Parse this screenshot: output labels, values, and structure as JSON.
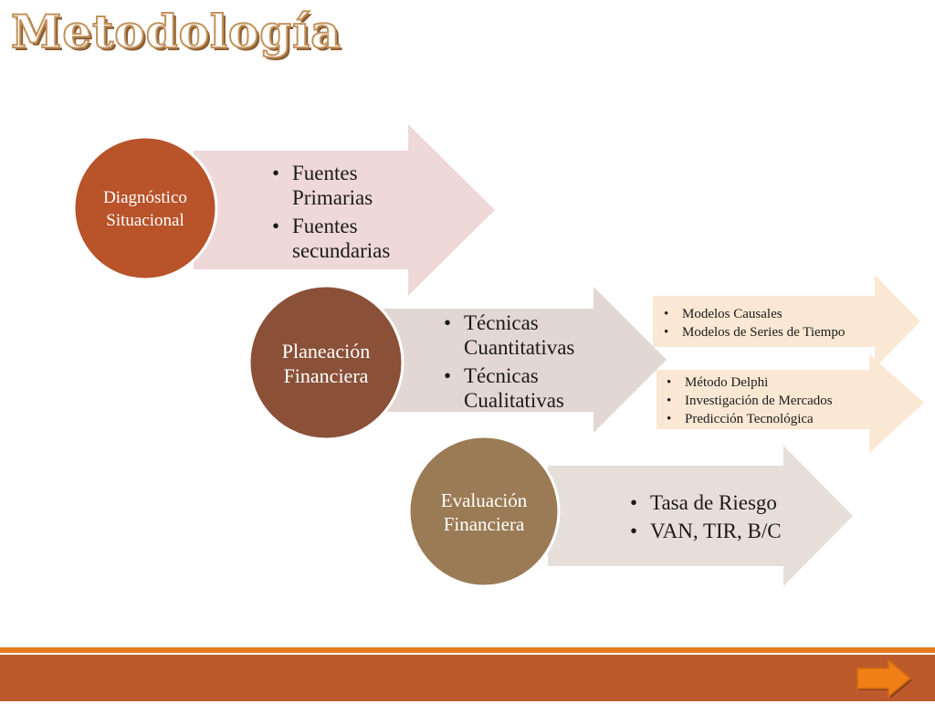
{
  "slide": {
    "title": "Metodología"
  },
  "stages": [
    {
      "label_lines": [
        "Diagnóstico",
        "Situacional"
      ],
      "bullets": [
        [
          "Fuentes",
          "Primarias"
        ],
        [
          "Fuentes",
          "secundarias"
        ]
      ]
    },
    {
      "label_lines": [
        "Planeación",
        "Financiera"
      ],
      "bullets": [
        [
          "Técnicas",
          "Cuantitativas"
        ],
        [
          "Técnicas",
          "Cualitativas"
        ]
      ]
    },
    {
      "label_lines": [
        "Evaluación",
        "Financiera"
      ],
      "bullets": [
        [
          "Tasa de Riesgo"
        ],
        [
          "VAN, TIR, B/C"
        ]
      ]
    }
  ],
  "detail_boxes": [
    {
      "items": [
        "Modelos Causales",
        "Modelos de Series de Tiempo"
      ]
    },
    {
      "items": [
        "Método Delphi",
        "Investigación de Mercados",
        "Predicción Tecnológica"
      ]
    }
  ],
  "colors": {
    "circle_1": "#b8532a",
    "circle_2": "#8a5138",
    "circle_3": "#9b7b55",
    "arrow_1": "#eed8d8",
    "arrow_2": "#e2d7d3",
    "arrow_3": "#e6dfd9",
    "detail_arrow": "#fbe8d4",
    "footer": "#bd5a2c",
    "footer_line": "#e47a1d",
    "next_button": "#f07f16"
  },
  "footer": {
    "next_icon": "arrow-right-icon"
  }
}
